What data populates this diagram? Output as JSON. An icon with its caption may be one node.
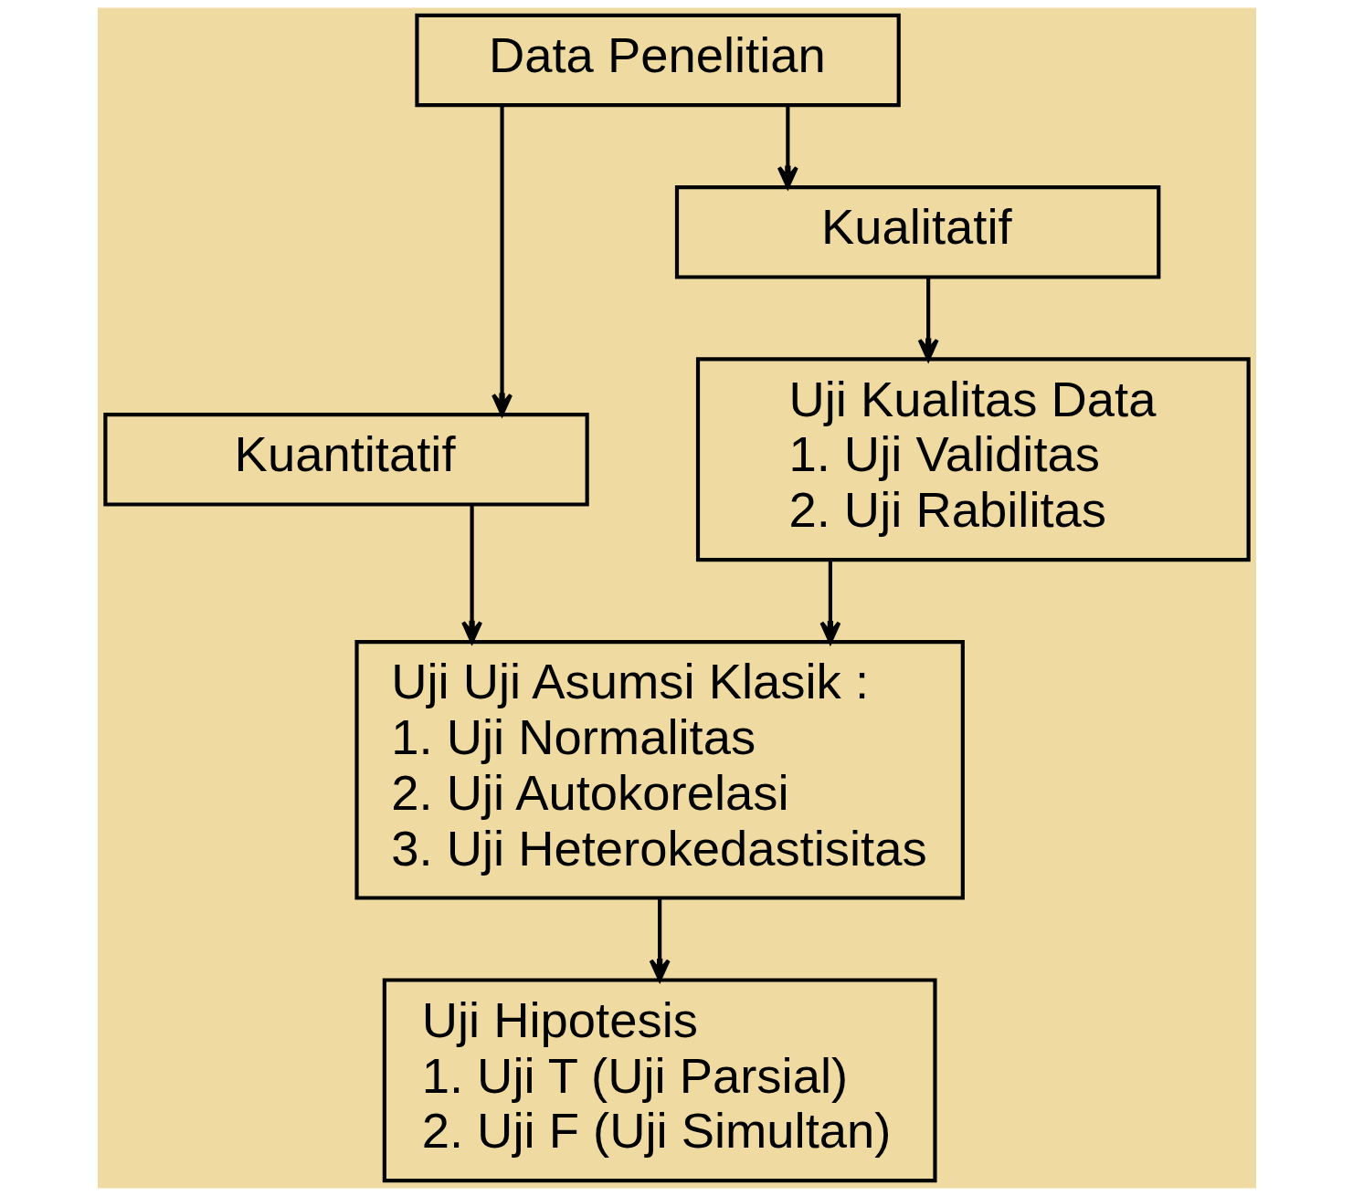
{
  "diagram": {
    "nodes": [
      {
        "text": [
          "Data Penelitian"
        ]
      },
      {
        "text": [
          "Kuantitatif"
        ]
      },
      {
        "text": [
          "Kualitatif"
        ]
      },
      {
        "text": [
          "Uji Kualitas Data",
          "1. Uji Validitas",
          "2. Uji Rabilitas"
        ]
      },
      {
        "text": [
          "Uji Uji Asumsi Klasik :",
          "1. Uji Normalitas",
          "2. Uji Autokorelasi",
          "3. Uji Heterokedastisitas"
        ]
      },
      {
        "text": [
          "Uji Hipotesis",
          "1. Uji T (Uji Parsial)",
          "2. Uji F (Uji Simultan)"
        ]
      }
    ],
    "edges": [
      {
        "from": 0,
        "to": 1,
        "arrow": "to"
      },
      {
        "from": 0,
        "to": 2,
        "arrow": "to"
      },
      {
        "from": 2,
        "to": 3,
        "arrow": "to"
      },
      {
        "from": 1,
        "to": 4,
        "arrow": "to"
      },
      {
        "from": 3,
        "to": 4,
        "arrow": "to"
      },
      {
        "from": 4,
        "to": 5,
        "arrow": "to"
      }
    ]
  }
}
